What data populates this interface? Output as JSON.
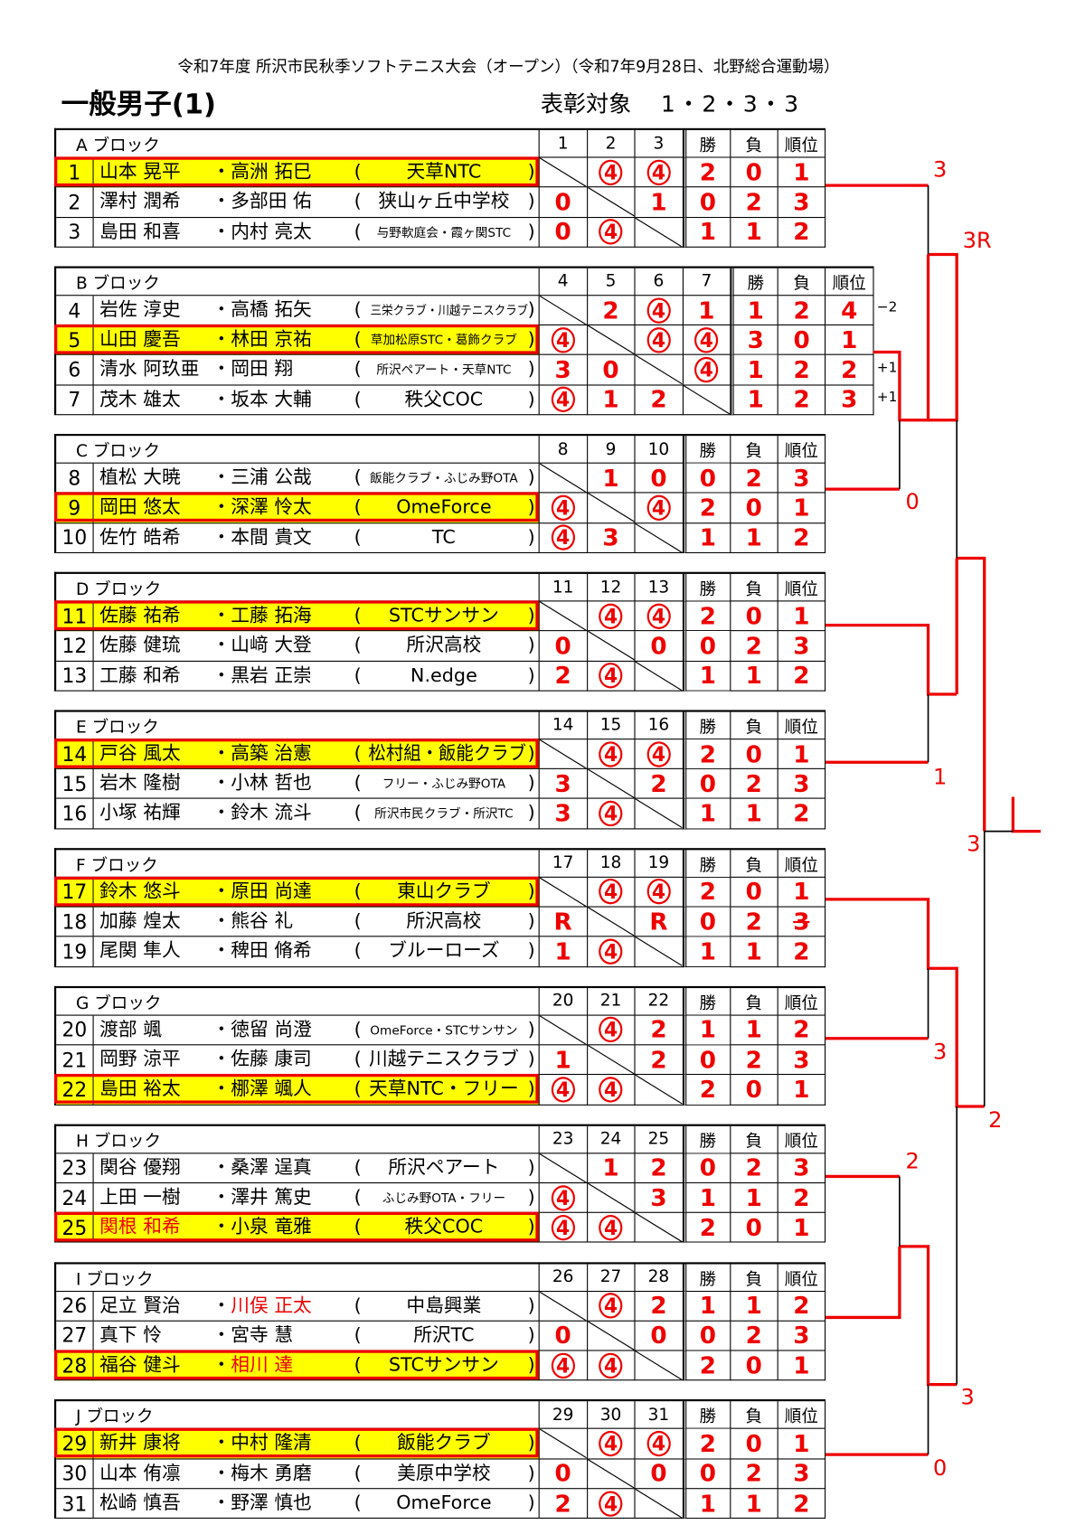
{
  "header": {
    "subtitle": "令和7年度 所沢市民秋季ソフトテニス大会（オープン）（令和7年9月28日、北野総合運動場）",
    "title": "一般男子(1)",
    "award_label": "表彰対象",
    "award_values": "1・2・3・3"
  },
  "labels": {
    "win": "勝",
    "loss": "負",
    "rank": "順位",
    "paren_open": "(",
    "paren_close": ")",
    "dot": "・"
  },
  "colors": {
    "accent": "#ee0000",
    "highlight": "#ffff00"
  },
  "blocks": [
    {
      "name": "A ブロック",
      "cols": [
        "1",
        "2",
        "3"
      ],
      "rows": [
        {
          "no": "1",
          "p1": "山本 晃平",
          "p2": "高洲 拓巳",
          "club": "天草NTC",
          "small": false,
          "scores": [
            "x",
            "④",
            "④"
          ],
          "w": "2",
          "l": "0",
          "r": "1",
          "hl": true
        },
        {
          "no": "2",
          "p1": "澤村 潤希",
          "p2": "多部田 佑",
          "club": "狭山ヶ丘中学校",
          "small": false,
          "scores": [
            "0",
            "x",
            "1"
          ],
          "w": "0",
          "l": "2",
          "r": "3"
        },
        {
          "no": "3",
          "p1": "島田 和喜",
          "p2": "内村 亮太",
          "club": "与野軟庭会・霞ヶ関STC",
          "small": true,
          "scores": [
            "0",
            "④",
            "x"
          ],
          "w": "1",
          "l": "1",
          "r": "2"
        }
      ]
    },
    {
      "name": "B ブロック",
      "cols": [
        "4",
        "5",
        "6",
        "7"
      ],
      "rows": [
        {
          "no": "4",
          "p1": "岩佐 淳史",
          "p2": "高橋 拓矢",
          "club": "三栄クラブ・川越テニスクラブ",
          "small": true,
          "scores": [
            "x",
            "2",
            "④",
            "1"
          ],
          "w": "1",
          "l": "2",
          "r": "4",
          "note": "−2"
        },
        {
          "no": "5",
          "p1": "山田 慶吾",
          "p2": "林田 京祐",
          "club": "草加松原STC・葛飾クラブ",
          "small": true,
          "scores": [
            "④",
            "x",
            "④",
            "④"
          ],
          "w": "3",
          "l": "0",
          "r": "1",
          "hl": true
        },
        {
          "no": "6",
          "p1": "清水 阿玖亜",
          "p2": "岡田 翔",
          "club": "所沢ペアート・天草NTC",
          "small": true,
          "scores": [
            "3",
            "0",
            "x",
            "④"
          ],
          "w": "1",
          "l": "2",
          "r": "2",
          "note": "+1"
        },
        {
          "no": "7",
          "p1": "茂木 雄太",
          "p2": "坂本 大輔",
          "club": "秩父COC",
          "small": false,
          "scores": [
            "④",
            "1",
            "2",
            "x"
          ],
          "w": "1",
          "l": "2",
          "r": "3",
          "note": "+1"
        }
      ]
    },
    {
      "name": "C ブロック",
      "cols": [
        "8",
        "9",
        "10"
      ],
      "rows": [
        {
          "no": "8",
          "p1": "植松 大暁",
          "p2": "三浦 公哉",
          "club": "飯能クラブ・ふじみ野OTA",
          "small": true,
          "scores": [
            "x",
            "1",
            "0"
          ],
          "w": "0",
          "l": "2",
          "r": "3"
        },
        {
          "no": "9",
          "p1": "岡田 悠太",
          "p2": "深澤 怜太",
          "club": "OmeForce",
          "small": false,
          "scores": [
            "④",
            "x",
            "④"
          ],
          "w": "2",
          "l": "0",
          "r": "1",
          "hl": true
        },
        {
          "no": "10",
          "p1": "佐竹 皓希",
          "p2": "本間 貴文",
          "club": "TC",
          "small": false,
          "scores": [
            "④",
            "3",
            "x"
          ],
          "w": "1",
          "l": "1",
          "r": "2"
        }
      ]
    },
    {
      "name": "D ブロック",
      "cols": [
        "11",
        "12",
        "13"
      ],
      "rows": [
        {
          "no": "11",
          "p1": "佐藤 祐希",
          "p2": "工藤 拓海",
          "club": "STCサンサン",
          "small": false,
          "scores": [
            "x",
            "④",
            "④"
          ],
          "w": "2",
          "l": "0",
          "r": "1",
          "hl": true
        },
        {
          "no": "12",
          "p1": "佐藤 健琉",
          "p2": "山﨑 大登",
          "club": "所沢高校",
          "small": false,
          "scores": [
            "0",
            "x",
            "0"
          ],
          "w": "0",
          "l": "2",
          "r": "3"
        },
        {
          "no": "13",
          "p1": "工藤 和希",
          "p2": "黒岩 正崇",
          "club": "N.edge",
          "small": false,
          "scores": [
            "2",
            "④",
            "x"
          ],
          "w": "1",
          "l": "1",
          "r": "2"
        }
      ]
    },
    {
      "name": "E ブロック",
      "cols": [
        "14",
        "15",
        "16"
      ],
      "rows": [
        {
          "no": "14",
          "p1": "戸谷 風太",
          "p2": "高築 治憲",
          "club": "松村組・飯能クラブ",
          "small": false,
          "scores": [
            "x",
            "④",
            "④"
          ],
          "w": "2",
          "l": "0",
          "r": "1",
          "hl": true
        },
        {
          "no": "15",
          "p1": "岩木 隆樹",
          "p2": "小林 哲也",
          "club": "フリー・ふじみ野OTA",
          "small": true,
          "scores": [
            "3",
            "x",
            "2"
          ],
          "w": "0",
          "l": "2",
          "r": "3"
        },
        {
          "no": "16",
          "p1": "小塚 祐輝",
          "p2": "鈴木 流斗",
          "club": "所沢市民クラブ・所沢TC",
          "small": true,
          "scores": [
            "3",
            "④",
            "x"
          ],
          "w": "1",
          "l": "1",
          "r": "2"
        }
      ]
    },
    {
      "name": "F ブロック",
      "cols": [
        "17",
        "18",
        "19"
      ],
      "rows": [
        {
          "no": "17",
          "p1": "鈴木 悠斗",
          "p2": "原田 尚達",
          "club": "東山クラブ",
          "small": false,
          "scores": [
            "x",
            "④",
            "④"
          ],
          "w": "2",
          "l": "0",
          "r": "1",
          "hl": true
        },
        {
          "no": "18",
          "p1": "加藤 煌太",
          "p2": "熊谷 礼",
          "club": "所沢高校",
          "small": false,
          "scores": [
            "R",
            "x",
            "R"
          ],
          "w": "0",
          "l": "2",
          "r": "3",
          "strike": true
        },
        {
          "no": "19",
          "p1": "尾関 隼人",
          "p2": "稗田 脩希",
          "club": "ブルーローズ",
          "small": false,
          "scores": [
            "1",
            "④",
            "x"
          ],
          "w": "1",
          "l": "1",
          "r": "2"
        }
      ]
    },
    {
      "name": "G ブロック",
      "cols": [
        "20",
        "21",
        "22"
      ],
      "rows": [
        {
          "no": "20",
          "p1": "渡部 颯",
          "p2": "徳留 尚澄",
          "club": "OmeForce・STCサンサン",
          "small": true,
          "scores": [
            "x",
            "④",
            "2"
          ],
          "w": "1",
          "l": "1",
          "r": "2"
        },
        {
          "no": "21",
          "p1": "岡野 涼平",
          "p2": "佐藤 康司",
          "club": "川越テニスクラブ",
          "small": false,
          "scores": [
            "1",
            "x",
            "2"
          ],
          "w": "0",
          "l": "2",
          "r": "3"
        },
        {
          "no": "22",
          "p1": "島田 裕太",
          "p2": "梛澤 颯人",
          "club": "天草NTC・フリー",
          "small": false,
          "scores": [
            "④",
            "④",
            "x"
          ],
          "w": "2",
          "l": "0",
          "r": "1",
          "hl": true
        }
      ]
    },
    {
      "name": "H ブロック",
      "cols": [
        "23",
        "24",
        "25"
      ],
      "rows": [
        {
          "no": "23",
          "p1": "関谷 優翔",
          "p2": "桑澤 逞真",
          "club": "所沢ペアート",
          "small": false,
          "scores": [
            "x",
            "1",
            "2"
          ],
          "w": "0",
          "l": "2",
          "r": "3"
        },
        {
          "no": "24",
          "p1": "上田 一樹",
          "p2": "澤井 篤史",
          "club": "ふじみ野OTA・フリー",
          "small": true,
          "scores": [
            "④",
            "x",
            "3"
          ],
          "w": "1",
          "l": "1",
          "r": "2"
        },
        {
          "no": "25",
          "p1": "関根 和希",
          "p2": "小泉 竜雅",
          "club": "秩父COC",
          "small": false,
          "scores": [
            "④",
            "④",
            "x"
          ],
          "w": "2",
          "l": "0",
          "r": "1",
          "hl": true,
          "red1": true
        }
      ]
    },
    {
      "name": "I ブロック",
      "cols": [
        "26",
        "27",
        "28"
      ],
      "rows": [
        {
          "no": "26",
          "p1": "足立 賢治",
          "p2": "川俣 正太",
          "club": "中島興業",
          "small": false,
          "scores": [
            "x",
            "④",
            "2"
          ],
          "w": "1",
          "l": "1",
          "r": "2",
          "red2": true
        },
        {
          "no": "27",
          "p1": "真下 怜",
          "p2": "宮寺 慧",
          "club": "所沢TC",
          "small": false,
          "scores": [
            "0",
            "x",
            "0"
          ],
          "w": "0",
          "l": "2",
          "r": "3"
        },
        {
          "no": "28",
          "p1": "福谷 健斗",
          "p2": "相川 達",
          "club": "STCサンサン",
          "small": false,
          "scores": [
            "④",
            "④",
            "x"
          ],
          "w": "2",
          "l": "0",
          "r": "1",
          "hl": true,
          "red2": true
        }
      ]
    },
    {
      "name": "J ブロック",
      "cols": [
        "29",
        "30",
        "31"
      ],
      "rows": [
        {
          "no": "29",
          "p1": "新井 康将",
          "p2": "中村 隆清",
          "club": "飯能クラブ",
          "small": false,
          "scores": [
            "x",
            "④",
            "④"
          ],
          "w": "2",
          "l": "0",
          "r": "1",
          "hl": true
        },
        {
          "no": "30",
          "p1": "山本 侑凛",
          "p2": "梅木 勇磨",
          "club": "美原中学校",
          "small": false,
          "scores": [
            "0",
            "x",
            "0"
          ],
          "w": "0",
          "l": "2",
          "r": "3"
        },
        {
          "no": "31",
          "p1": "松崎 慎吾",
          "p2": "野澤 慎也",
          "club": "OmeForce",
          "small": false,
          "scores": [
            "2",
            "④",
            "x"
          ],
          "w": "1",
          "l": "1",
          "r": "2"
        }
      ]
    }
  ],
  "bracket": {
    "a_score": "3",
    "a_r": "3R",
    "c_score": "0",
    "e_score": "1",
    "semi_top": "3",
    "g_score": "3",
    "semi_bottom": "2",
    "h_score": "2",
    "hi_score": "3",
    "j_score": "0"
  }
}
